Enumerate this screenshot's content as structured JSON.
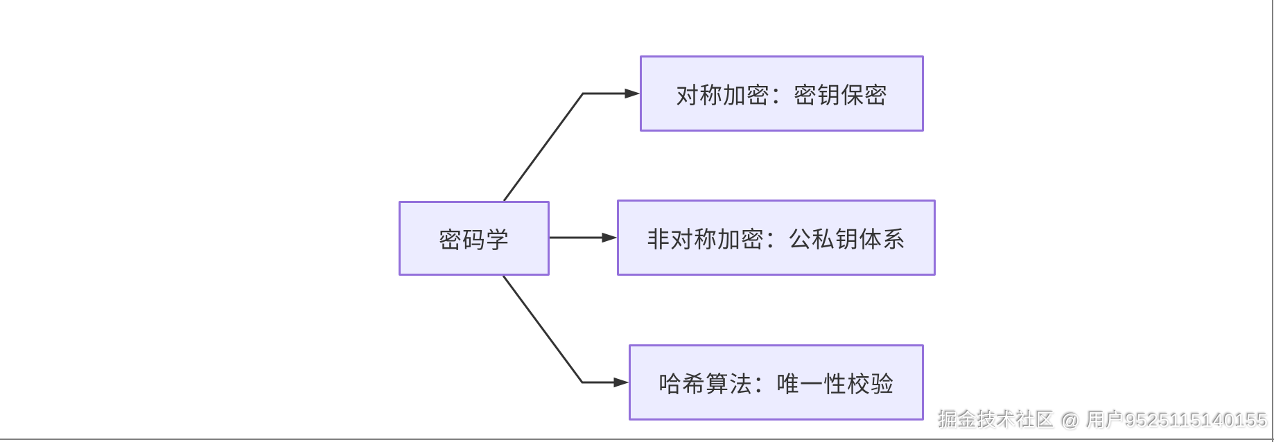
{
  "diagram": {
    "type": "flowchart",
    "direction": "left-to-right",
    "root": {
      "id": "cryptography",
      "label": "密码学"
    },
    "branches": [
      {
        "id": "symmetric",
        "label": "对称加密：密钥保密"
      },
      {
        "id": "asymmetric",
        "label": "非对称加密：公私钥体系"
      },
      {
        "id": "hash",
        "label": "哈希算法：唯一性校验"
      }
    ],
    "edges": [
      {
        "from": "cryptography",
        "to": "symmetric"
      },
      {
        "from": "cryptography",
        "to": "asymmetric"
      },
      {
        "from": "cryptography",
        "to": "hash"
      }
    ]
  },
  "watermark": {
    "text": "掘金技术社区 @ 用户9525115140155"
  },
  "colors": {
    "node_fill": "#ECECFF",
    "node_border": "#9370DB",
    "edge": "#333333",
    "node_text": "#333333",
    "frame_line": "#7F7F7F",
    "background": "#FFFFFF"
  }
}
